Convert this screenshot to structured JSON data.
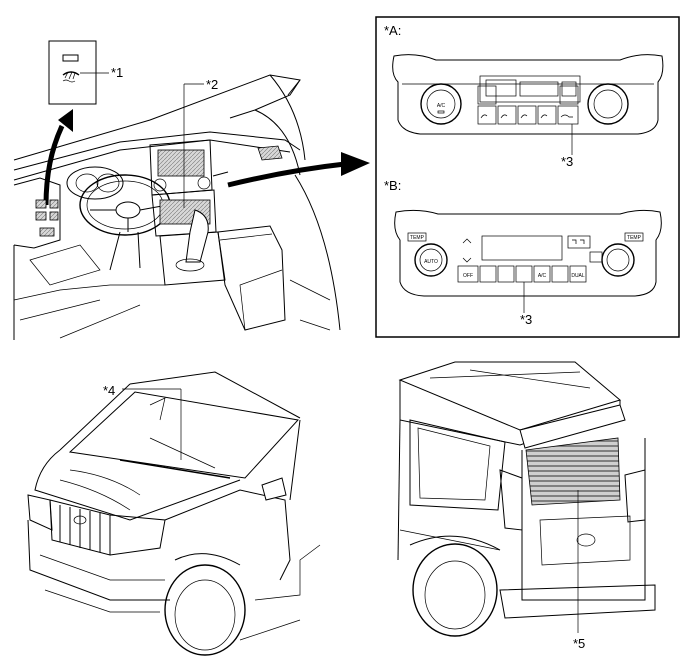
{
  "callouts": {
    "c1": "*1",
    "c2": "*2",
    "c3a": "*3",
    "c3b": "*3",
    "c4": "*4",
    "c5": "*5"
  },
  "panels": {
    "a_label": "*A:",
    "b_label": "*B:"
  },
  "panel_a_buttons": {
    "ac": "A/C"
  },
  "panel_b_buttons": {
    "temp_left": "TEMP",
    "temp_right": "TEMP",
    "auto": "AUTO",
    "off": "OFF",
    "ac": "A/C",
    "dual": "DUAL"
  }
}
